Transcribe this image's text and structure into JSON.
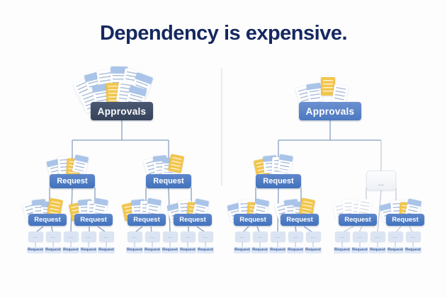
{
  "title": "Dependency is expensive.",
  "labels": {
    "approvals": "Approvals",
    "request": "Request",
    "ellipsis": "...",
    "dash": "—"
  },
  "colors": {
    "title_text": "#15285f",
    "approvals_dark": "#3d4b66",
    "approvals_blue": "#5b84c8",
    "request_blue": "#4c7dc6",
    "connector_blue": "#97abc9",
    "connector_gray": "#cbd1da",
    "leaf_stub": "#b3c1d8",
    "leaf_box_bg": "#dbe4f2",
    "caption_bg": "#dce6f6",
    "caption_text": "#3a5a9a",
    "doc_yellow": "#f2c64b"
  },
  "trees": [
    {
      "side": "left",
      "root": "Approvals",
      "root_style": "dark-overloaded",
      "mid_nodes": [
        "Request",
        "Request"
      ],
      "leaf_folders": 4,
      "leaf_requests": 10
    },
    {
      "side": "right",
      "root": "Approvals",
      "root_style": "blue-light",
      "mid_nodes": [
        "Request",
        "—"
      ],
      "leaf_folders": 4,
      "leaf_requests": 10
    }
  ]
}
